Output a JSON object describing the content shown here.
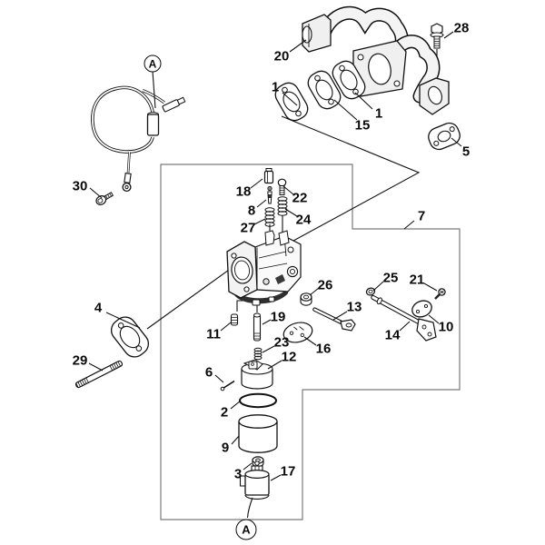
{
  "diagram": {
    "kind": "exploded parts diagram",
    "part_numbers_visible": [
      "1",
      "2",
      "3",
      "4",
      "5",
      "6",
      "7",
      "8",
      "9",
      "10",
      "11",
      "12",
      "13",
      "14",
      "15",
      "16",
      "17",
      "18",
      "19",
      "20",
      "21",
      "22",
      "23",
      "24",
      "25",
      "26",
      "27",
      "28",
      "29",
      "30"
    ]
  },
  "callouts": {
    "top": "A",
    "bottom": "A"
  },
  "labels": {
    "p1a": "1",
    "p1b": "1",
    "p2": "2",
    "p3": "3",
    "p4": "4",
    "p5": "5",
    "p6": "6",
    "p7": "7",
    "p8": "8",
    "p9": "9",
    "p10": "10",
    "p11": "11",
    "p12": "12",
    "p13": "13",
    "p14": "14",
    "p15": "15",
    "p16": "16",
    "p17": "17",
    "p18": "18",
    "p19": "19",
    "p20": "20",
    "p21": "21",
    "p22": "22",
    "p23": "23",
    "p24": "24",
    "p25": "25",
    "p26": "26",
    "p27": "27",
    "p28": "28",
    "p29": "29",
    "p30": "30"
  },
  "colors": {
    "background": "#ffffff",
    "line": "#111111",
    "frame": "#7a7a7a"
  }
}
